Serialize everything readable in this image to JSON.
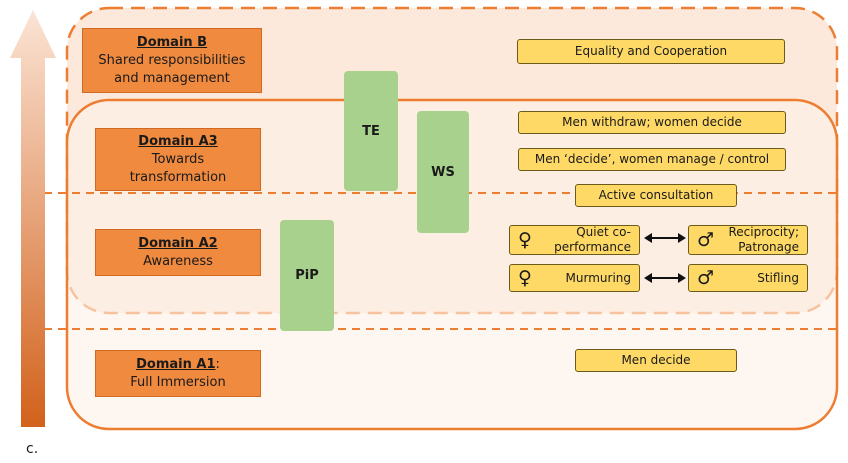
{
  "domains": {
    "b": {
      "title": "Domain B",
      "line1": "Shared responsibilities",
      "line2": "and management"
    },
    "a3": {
      "title": "Domain A3",
      "line1": "Towards",
      "line2": "transformation"
    },
    "a2": {
      "title": "Domain A2",
      "line1": "Awareness"
    },
    "a1": {
      "title": "Domain A1",
      "suffix": ":",
      "line1": "Full Immersion"
    }
  },
  "bars": {
    "te": "TE",
    "ws": "WS",
    "pip": "PiP"
  },
  "outcomes": {
    "equality": "Equality and Cooperation",
    "men_withdraw": "Men withdraw; women decide",
    "men_decide_manage": "Men ‘decide’, women manage / control",
    "active_consultation": "Active consultation",
    "quiet_coperformance_1": "Quiet co-",
    "quiet_coperformance_2": "performance",
    "reciprocity_1": "Reciprocity;",
    "reciprocity_2": "Patronage",
    "murmuring": "Murmuring",
    "stifling": "Stifling",
    "men_decide": "Men decide"
  },
  "symbols": {
    "female": "♀",
    "male": "♂",
    "double_arrow": "⟷"
  },
  "caption": "c.",
  "colors": {
    "domain_box": "#ef8a3f",
    "green_bar": "#a9d18e",
    "yellow_box": "#ffd966",
    "region_border": "#ed7d31",
    "region_fill": "#fbe5d6"
  }
}
